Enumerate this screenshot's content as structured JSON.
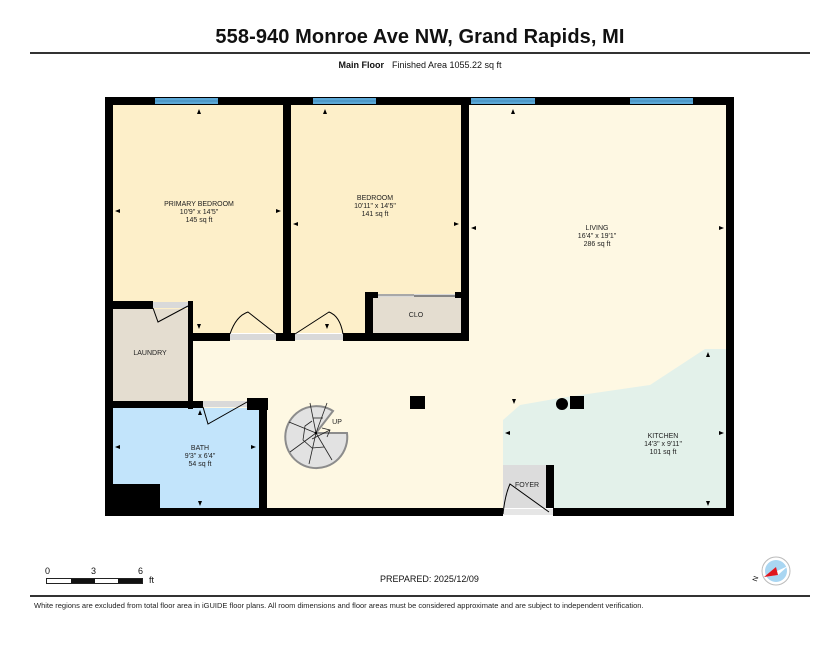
{
  "header": {
    "title": "558-940 Monroe Ave NW, Grand Rapids, MI",
    "floor_name": "Main Floor",
    "finished_area": "Finished Area 1055.22 sq ft"
  },
  "colors": {
    "wall": "#000000",
    "window": "#5aa7d6",
    "bedroom_fill": "#fdefc9",
    "living_fill": "#fef8e3",
    "kitchen_fill": "#e3f1ea",
    "bath_fill": "#c2e4fb",
    "utility_fill": "#e4ddd0",
    "foyer_fill": "#dcdcdc",
    "door_threshold": "#d9d9d9",
    "compass_red": "#e0161e",
    "compass_blue": "#a9d6f2"
  },
  "rooms": [
    {
      "name": "PRIMARY BEDROOM",
      "dimensions": "10'9\" x 14'5\"",
      "area": "145 sq ft"
    },
    {
      "name": "BEDROOM",
      "dimensions": "10'11\" x 14'5\"",
      "area": "141 sq ft"
    },
    {
      "name": "LIVING",
      "dimensions": "16'4\" x 19'1\"",
      "area": "286 sq ft"
    },
    {
      "name": "CLO"
    },
    {
      "name": "LAUNDRY"
    },
    {
      "name": "BATH",
      "dimensions": "9'3\" x 6'4\"",
      "area": "54 sq ft"
    },
    {
      "name": "KITCHEN",
      "dimensions": "14'3\" x 9'11\"",
      "area": "101 sq ft"
    },
    {
      "name": "FOYER"
    }
  ],
  "stairs": {
    "label": "UP"
  },
  "scale": {
    "ticks": [
      "0",
      "3",
      "6"
    ],
    "unit": "ft"
  },
  "footer": {
    "prepared": "PREPARED: 2025/12/09",
    "disclaimer": "White regions are excluded from total floor area in iGUIDE floor plans. All room dimensions and floor areas must be considered approximate and are subject to independent verification.",
    "compass_label": "N"
  }
}
